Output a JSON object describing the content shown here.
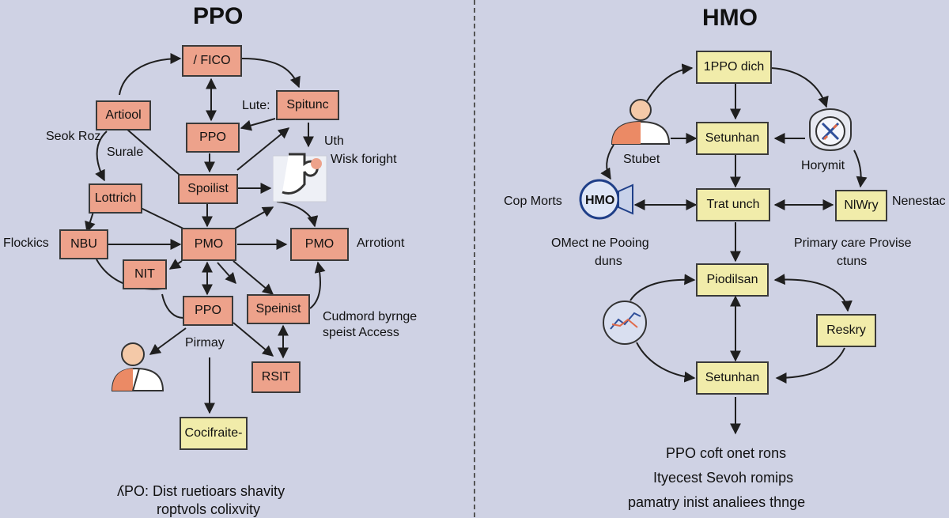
{
  "left": {
    "title": "PPO",
    "boxes": {
      "fico": "/ FICO",
      "artiool": "Artiool",
      "ppo_top": "PPO",
      "splitunc": "Spitunc",
      "lottrich": "Lottrich",
      "spoilist": "Spoilist",
      "nbu": "NBU",
      "pmo_mid": "PMO",
      "pmo_right": "PMO",
      "nit": "NIT",
      "ppo_bottom": "PPO",
      "speinist": "Speinist",
      "rsit": "RSIT",
      "cocifraite": "Cocifraite-"
    },
    "labels": {
      "seok_roz": "Seok Roz",
      "surale": "Surale",
      "lute": "Lute:",
      "uth": "Uth",
      "wisk_foright": "Wisk foright",
      "flockics": "Flockics",
      "arrotiont": "Arrotiont",
      "cudmord_1": "Cudmord byrnge",
      "cudmord_2": "speist Access",
      "pirmay": "Pirmay"
    },
    "footer": {
      "line1": "ʎPO: Dist ruetioars shavity",
      "line2": "roptvols colixvity"
    }
  },
  "right": {
    "title": "HMO",
    "boxes": {
      "ipo_dich": "1PPO dich",
      "setunhan_top": "Setunhan",
      "trat_unch": "Trat unch",
      "nlwry": "NlWry",
      "piodilsan": "Piodilsan",
      "reskry": "Reskry",
      "setunhan_bottom": "Setunhan"
    },
    "labels": {
      "stubet": "Stubet",
      "horymit": "Horymit",
      "cop_morts": "Cop Morts",
      "hmo_badge": "HMO",
      "nenestac": "Nenestac",
      "omect_1": "OMect ne Pooing",
      "omect_2": "duns",
      "primary_1": "Primary care Provise",
      "primary_2": "ctuns"
    },
    "footer": {
      "line1": "PPO coft onet rons",
      "line2": "Ityecest Sevoh romips",
      "line3": "pamatry inist analiees thnge"
    }
  },
  "colors": {
    "background": "#cfd2e4",
    "ppo_box": "#eda28b",
    "hmo_box": "#f1ecaa",
    "stroke": "#2a2a2a"
  }
}
